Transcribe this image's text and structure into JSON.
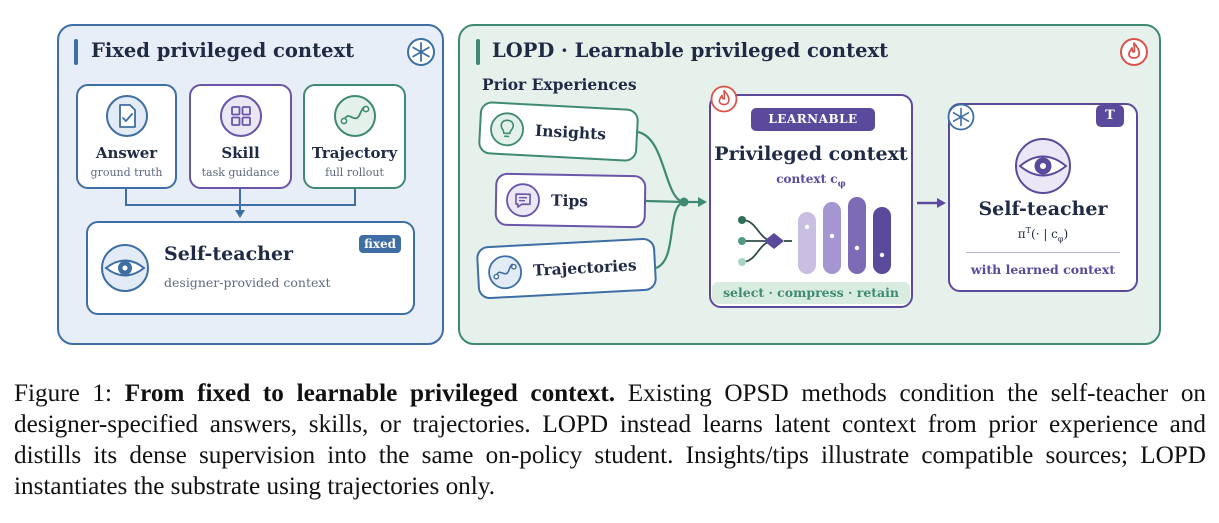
{
  "fixed_panel": {
    "title": "Fixed privileged context",
    "icon": "snowflake-icon",
    "cards": [
      {
        "title": "Answer",
        "subtitle": "ground truth",
        "icon": "answer-document-icon"
      },
      {
        "title": "Skill",
        "subtitle": "task guidance",
        "icon": "skill-grid-icon"
      },
      {
        "title": "Trajectory",
        "subtitle": "full rollout",
        "icon": "trajectory-icon"
      }
    ],
    "teacher": {
      "title": "Self-teacher",
      "subtitle": "designer-provided context",
      "badge": "fixed",
      "icon": "eye-icon"
    }
  },
  "lopd_panel": {
    "title": "LOPD · Learnable privileged context",
    "icon": "flame-icon",
    "prior_label": "Prior Experiences",
    "sources": [
      {
        "label": "Insights",
        "icon": "lightbulb-icon",
        "color": "#3f8a72"
      },
      {
        "label": "Tips",
        "icon": "chat-bubble-icon",
        "color": "#6a55a8"
      },
      {
        "label": "Trajectories",
        "icon": "trajectory-icon",
        "color": "#3e6ea3"
      }
    ],
    "context": {
      "badge": "LEARNABLE",
      "title": "Privileged context",
      "subtitle_main": "context c",
      "subtitle_sub": "φ",
      "footer": "select · compress · retain",
      "icon": "flame-icon"
    },
    "teacher": {
      "title": "Self-teacher",
      "formula_main": "π",
      "formula_sup": "T",
      "formula_mid": "(· | c",
      "formula_sub": "φ",
      "formula_end": ")",
      "footer": "with learned context",
      "badge": "T",
      "icon": "snowflake-icon"
    }
  },
  "caption": {
    "prefix": "Figure 1:",
    "bold": "From fixed to learnable privileged context.",
    "text": "Existing OPSD methods condition the self-teacher on designer-specified answers, skills, or trajectories. LOPD instead learns latent context from prior experience and distills its dense supervision into the same on-policy student. Insights/tips illustrate compatible sources; LOPD instantiates the substrate using trajectories only."
  },
  "colors": {
    "blue": "#3e6ea3",
    "green": "#3f8a72",
    "purple": "#5b4a9b",
    "red": "#d9534a"
  }
}
